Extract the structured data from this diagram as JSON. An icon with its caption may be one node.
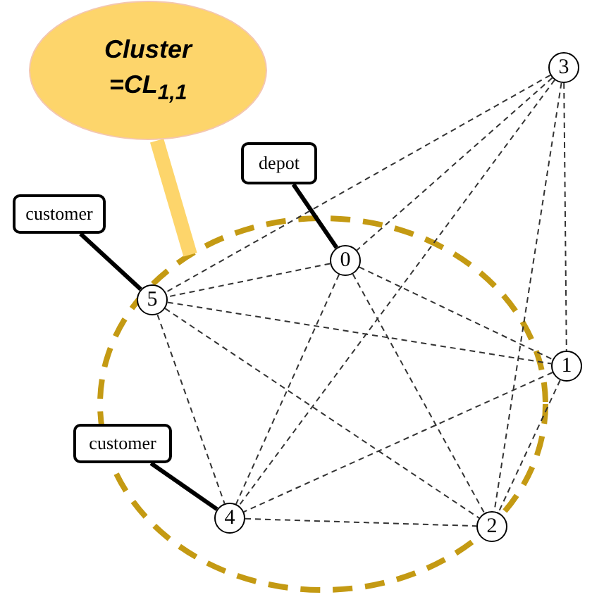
{
  "diagram": {
    "nodes": [
      {
        "text": [
          "Cluster =CL$_{1,1}$"
        ]
      },
      {
        "text": [
          "3"
        ]
      },
      {
        "text": [
          "depot"
        ]
      },
      {
        "text": [
          "customer"
        ]
      },
      {
        "text": [],
        "shape": "circle"
      },
      {
        "text": [
          "0"
        ],
        "in": 4
      },
      {
        "text": [
          "5"
        ],
        "in": 4
      },
      {
        "text": [
          "1"
        ]
      },
      {
        "text": [
          "customer"
        ]
      },
      {
        "text": [
          "4"
        ],
        "in": 4
      },
      {
        "text": [
          "2"
        ],
        "in": 4
      }
    ],
    "edges": [
      {
        "from": 0,
        "to": 4,
        "arrow": "none",
        "style": "thick",
        "color": "#fdd56b"
      },
      {
        "from": 2,
        "to": 5,
        "arrow": "none",
        "style": "thick",
        "color": "#000000"
      },
      {
        "from": 3,
        "to": 6,
        "arrow": "none",
        "style": "thick",
        "color": "#000000"
      },
      {
        "from": 8,
        "to": 9,
        "arrow": "none",
        "style": "thick",
        "color": "#000000"
      },
      {
        "from": 1,
        "to": 5,
        "arrow": "none",
        "style": "dashed"
      },
      {
        "from": 1,
        "to": 6,
        "arrow": "none",
        "style": "dashed"
      },
      {
        "from": 1,
        "to": 7,
        "arrow": "none",
        "style": "dashed"
      },
      {
        "from": 1,
        "to": 9,
        "arrow": "none",
        "style": "dashed"
      },
      {
        "from": 1,
        "to": 10,
        "arrow": "none",
        "style": "dashed"
      },
      {
        "from": 5,
        "to": 6,
        "arrow": "none",
        "style": "dashed"
      },
      {
        "from": 5,
        "to": 7,
        "arrow": "none",
        "style": "dashed"
      },
      {
        "from": 5,
        "to": 9,
        "arrow": "none",
        "style": "dashed"
      },
      {
        "from": 5,
        "to": 10,
        "arrow": "none",
        "style": "dashed"
      },
      {
        "from": 6,
        "to": 7,
        "arrow": "none",
        "style": "dashed"
      },
      {
        "from": 6,
        "to": 9,
        "arrow": "none",
        "style": "dashed"
      },
      {
        "from": 6,
        "to": 10,
        "arrow": "none",
        "style": "dashed"
      },
      {
        "from": 7,
        "to": 9,
        "arrow": "none",
        "style": "dashed"
      },
      {
        "from": 7,
        "to": 10,
        "arrow": "none",
        "style": "dashed"
      },
      {
        "from": 9,
        "to": 10,
        "arrow": "none",
        "style": "dashed"
      }
    ]
  }
}
